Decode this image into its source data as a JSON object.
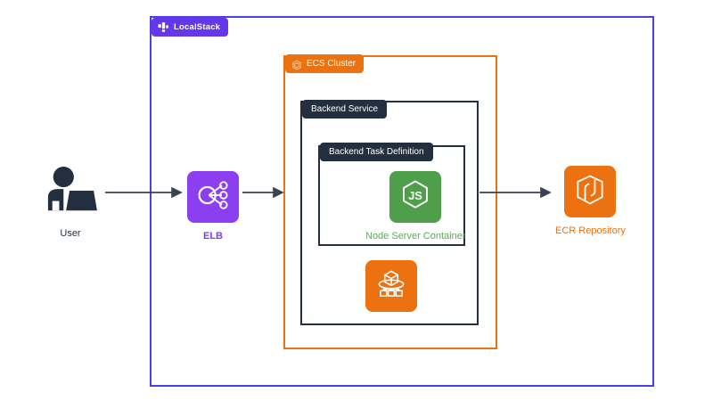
{
  "diagram": {
    "title": "LocalStack ECS architecture diagram",
    "background": "#ffffff"
  },
  "boundaries": {
    "localstack": {
      "label": "LocalStack",
      "icon": "localstack-logo-icon",
      "border_color": "#4b3ef0",
      "badge_color": "#6438e8"
    },
    "ecs_cluster": {
      "label": "ECS Cluster",
      "icon": "ecs-cluster-icon",
      "border_color": "#ec7211",
      "badge_color": "#ec7211"
    },
    "backend_service": {
      "label": "Backend Service",
      "border_color": "#232f3e",
      "badge_color": "#232f3e"
    },
    "task_definition": {
      "label": "Backend Task Definition",
      "border_color": "#232f3e",
      "badge_color": "#232f3e"
    }
  },
  "nodes": {
    "user": {
      "label": "User",
      "icon": "user-at-laptop-icon",
      "color": "#232f3e"
    },
    "elb": {
      "label": "ELB",
      "icon": "elastic-load-balancer-icon",
      "tile_color": "#8b3ff0",
      "label_color": "#7b3ff0"
    },
    "node_server_container": {
      "label": "Node Server Container",
      "icon": "nodejs-icon",
      "tile_color": "#4f9f4a",
      "label_color": "#5aab55"
    },
    "ecs_task": {
      "label": "",
      "icon": "ecs-task-container-icon",
      "tile_color": "#ec7211"
    },
    "ecr": {
      "label": "ECR Repository",
      "icon": "ecr-repository-icon",
      "tile_color": "#ec7211",
      "label_color": "#ec7211"
    }
  },
  "connections": [
    {
      "name": "user-to-elb",
      "from": "user",
      "to": "elb",
      "color": "#3b4250"
    },
    {
      "name": "elb-to-ecs-cluster",
      "from": "elb",
      "to": "ecs_cluster",
      "color": "#3b4250"
    },
    {
      "name": "service-to-ecr",
      "from": "backend_service",
      "to": "ecr",
      "color": "#3b4250"
    }
  ]
}
